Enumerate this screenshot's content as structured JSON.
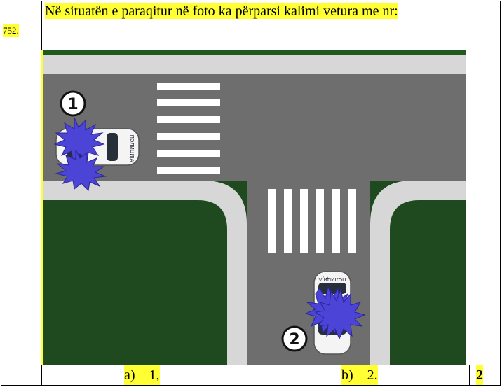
{
  "question": {
    "number": "752.",
    "text": "Në situatën e paraqitur në foto ka përparsi kalimi vetura me nr:"
  },
  "figure": {
    "car1_label": "1",
    "car2_label": "2",
    "car_text": "ПОЛИЦИЈА",
    "colors": {
      "grass": "#1f4a1f",
      "road": "#6e6e6e",
      "sidewalk": "#d7d7d7",
      "flash": "#4b44d6",
      "highlight": "#ffff33"
    }
  },
  "answers": {
    "a": "a)    1,",
    "b": "b)    2.",
    "score": "2"
  }
}
